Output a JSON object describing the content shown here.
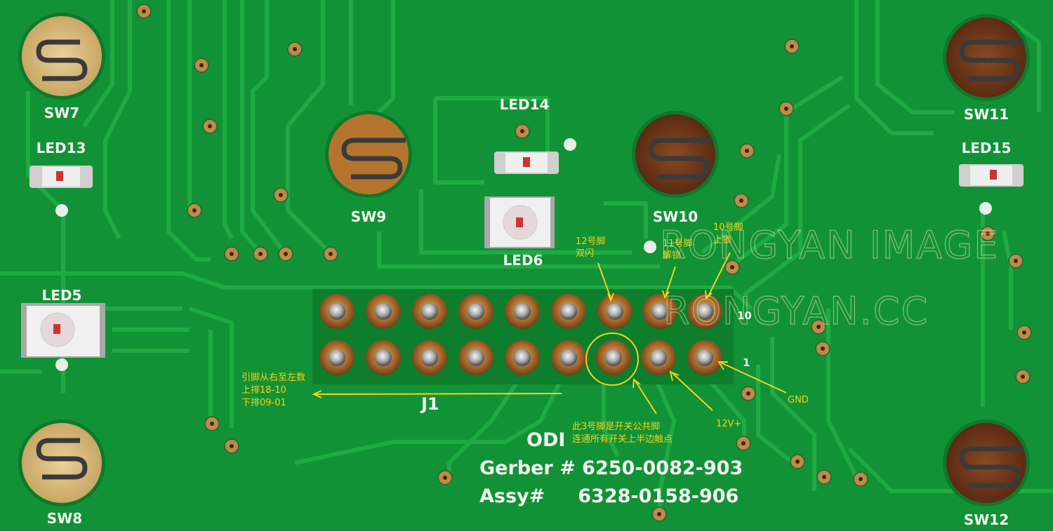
{
  "switch_labels": [
    "SW7",
    "SW8",
    "SW9",
    "SW10",
    "SW11",
    "SW12"
  ],
  "led_labels": [
    "LED13",
    "LED14",
    "LED5",
    "LED6",
    "LED15"
  ],
  "connector": {
    "label": "J1",
    "pin_top": "10",
    "pin_bottom": "1"
  },
  "board_text": {
    "line1": "ODI",
    "line2": "Gerber # 6250-0082-903",
    "line3": "Assy#     6328-0158-906"
  },
  "annotations": {
    "pin12": [
      "12号脚",
      "双闪"
    ],
    "pin11": [
      "11号脚",
      "解锁"
    ],
    "pin10": [
      "10号脚",
      "上锁"
    ],
    "order": [
      "引脚从右至左数",
      "上排18-10",
      "下排09-01"
    ],
    "pin3": [
      "此3号脚是开关公共脚",
      "连通所有开关上半边触点"
    ],
    "v12": "12V+",
    "gnd": "GND"
  },
  "watermark": {
    "line1": "RONGYAN IMAGE",
    "line2": "RONGYAN.CC"
  },
  "colors": {
    "board": "#129236",
    "trace": "#17a43c",
    "copper": "#b07a3a",
    "silk": "#f2f4f0",
    "annotation": "#f5d21c"
  }
}
